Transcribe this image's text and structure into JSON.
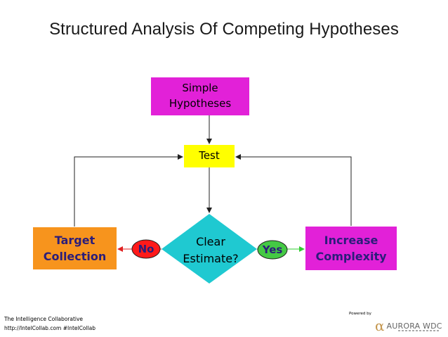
{
  "title": "Structured Analysis Of Competing Hypotheses",
  "nodes": {
    "simple_hypotheses": "Simple\nHypotheses",
    "test": "Test",
    "clear_estimate": "Clear\nEstimate?",
    "target_collection": "Target\nCollection",
    "increase_complexity": "Increase\nComplexity"
  },
  "edge_labels": {
    "no": "No",
    "yes": "Yes"
  },
  "footer": {
    "org_name": "The Intelligence Collaborative",
    "org_links": "http://IntelCollab.com #IntelCollab",
    "powered_by": "Powered by",
    "logo_text": "AURORA WDC"
  },
  "colors": {
    "simple_hypotheses": "#e221d8",
    "test": "#ffff00",
    "clear_estimate": "#1fc9d1",
    "target_collection": "#f7941d",
    "increase_complexity": "#e221d8",
    "no_oval": "#ff1a1a",
    "yes_oval": "#44c944",
    "yes_arrow": "#33cc33",
    "no_arrow": "#e02020",
    "label_text": "#2b1d7a"
  }
}
